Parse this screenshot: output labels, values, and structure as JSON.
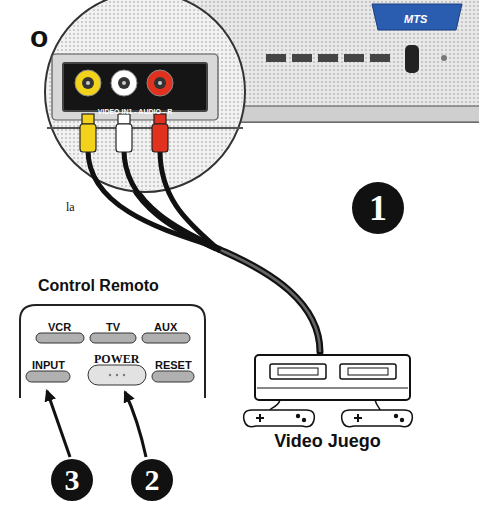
{
  "diagram": {
    "nodes": [
      {
        "text": [
          "VIDEO IN1 - AUDIO - R"
        ]
      },
      {
        "text": [
          "Video Juego"
        ]
      }
    ],
    "edges": [
      {
        "from": 0,
        "to": 1,
        "arrow": "none"
      }
    ],
    "labels": [
      "o",
      "la",
      "MTS",
      "Control Remoto",
      "VCR",
      "TV",
      "AUX",
      "INPUT",
      "POWER",
      "RESET",
      "1",
      "2",
      "3"
    ]
  }
}
